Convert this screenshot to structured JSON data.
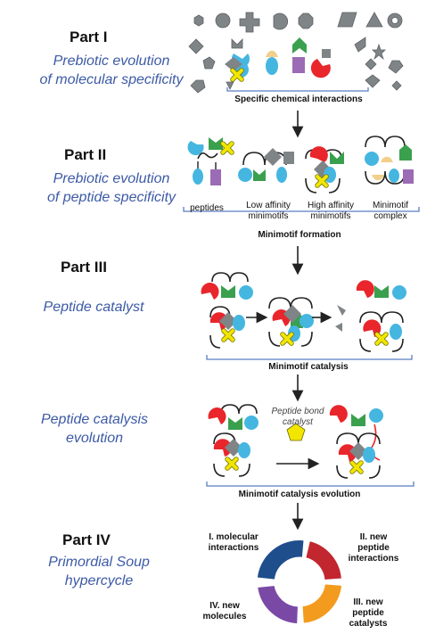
{
  "part1": {
    "title": "Part I",
    "subtitle_line1": "Prebiotic evolution",
    "subtitle_line2": "of molecular specificity",
    "caption": "Specific chemical interactions"
  },
  "part2": {
    "title": "Part II",
    "subtitle_line1": "Prebiotic evolution",
    "subtitle_line2": "of peptide specificity",
    "label_peptides": "peptides",
    "label_low_line1": "Low affinity",
    "label_low_line2": "minimotifs",
    "label_high_line1": "High affinity",
    "label_high_line2": "minimotifs",
    "label_complex_line1": "Minimotif",
    "label_complex_line2": "complex",
    "caption": "Minimotif formation"
  },
  "part3": {
    "title": "Part  III",
    "subtitle": "Peptide catalyst",
    "caption": "Minimotif catalysis"
  },
  "evolution": {
    "subtitle_line1": "Peptide catalysis",
    "subtitle_line2": "evolution",
    "catalyst_line1": "Peptide bond",
    "catalyst_line2": "catalyst",
    "caption": "Minimotif catalysis evolution"
  },
  "part4": {
    "title": "Part  IV",
    "subtitle_line1": "Primordial Soup",
    "subtitle_line2": "hypercycle",
    "cycle_1_line1": "I. molecular",
    "cycle_1_line2": "interactions",
    "cycle_2_line1": "II. new",
    "cycle_2_line2": "peptide",
    "cycle_2_line3": "interactions",
    "cycle_3_line1": "III. new",
    "cycle_3_line2": "peptide",
    "cycle_3_line3": "catalysts",
    "cycle_4_line1": "IV. new",
    "cycle_4_line2": "molecules"
  },
  "colors": {
    "blue_text": "#3c5aa6",
    "gray_shape": "#7f8487",
    "cyan": "#45b6e0",
    "red": "#e8262b",
    "green": "#3aa04e",
    "purple": "#9b6bb5",
    "yellow": "#f2e600",
    "tan": "#f2cf8a",
    "cycle_blue": "#1f4e8c",
    "cycle_red": "#c2262e",
    "cycle_orange": "#f39b1e",
    "cycle_purple": "#7a49a5"
  }
}
